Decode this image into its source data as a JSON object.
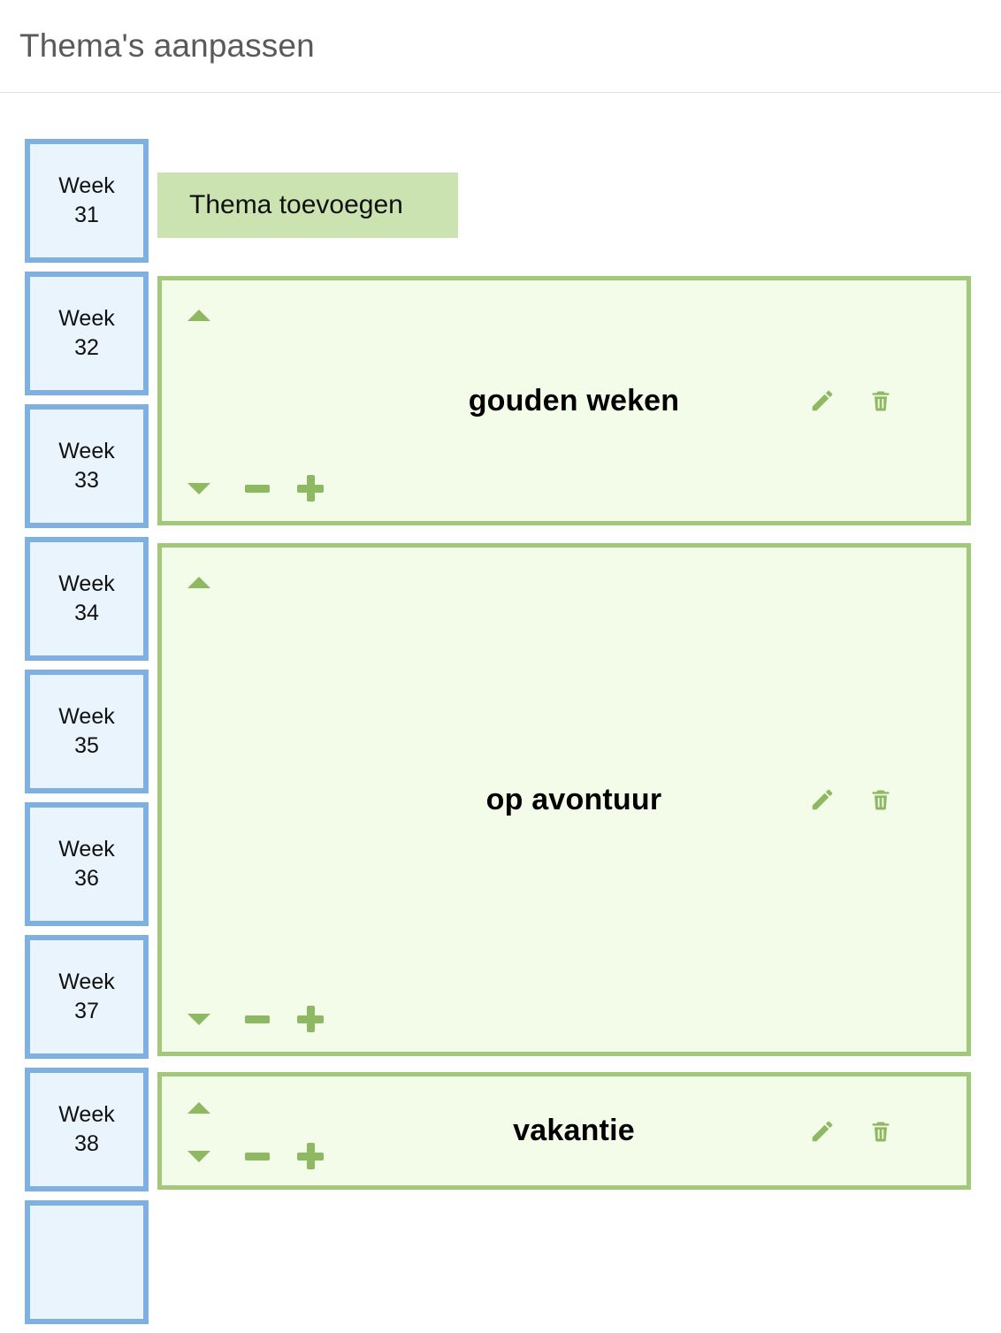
{
  "header": {
    "title": "Thema's aanpassen"
  },
  "weeks": {
    "label_prefix": "Week",
    "items": [
      {
        "label": "Week",
        "number": "31"
      },
      {
        "label": "Week",
        "number": "32"
      },
      {
        "label": "Week",
        "number": "33"
      },
      {
        "label": "Week",
        "number": "34"
      },
      {
        "label": "Week",
        "number": "35"
      },
      {
        "label": "Week",
        "number": "36"
      },
      {
        "label": "Week",
        "number": "37"
      },
      {
        "label": "Week",
        "number": "38"
      },
      {
        "label": "",
        "number": ""
      }
    ]
  },
  "add_theme": {
    "label": "Thema toevoegen"
  },
  "themes": [
    {
      "title": "gouden weken",
      "weeks_span": 2,
      "controls": {
        "move_up": "move-up",
        "move_down": "move-down",
        "shrink": "shrink",
        "grow": "grow"
      },
      "actions": {
        "edit": "edit-icon",
        "delete": "delete-icon"
      }
    },
    {
      "title": "op avontuur",
      "weeks_span": 4,
      "controls": {
        "move_up": "move-up",
        "move_down": "move-down",
        "shrink": "shrink",
        "grow": "grow"
      },
      "actions": {
        "edit": "edit-icon",
        "delete": "delete-icon"
      }
    },
    {
      "title": "vakantie",
      "weeks_span": 1,
      "controls": {
        "move_up": "move-up",
        "move_down": "move-down",
        "shrink": "shrink",
        "grow": "grow"
      },
      "actions": {
        "edit": "edit-icon",
        "delete": "delete-icon"
      }
    }
  ],
  "colors": {
    "title_text": "#5a5a5a",
    "week_border": "#7fb0e2",
    "week_fill": "#eaf4fd",
    "card_border": "#a2c87a",
    "card_fill": "#f3fbe9",
    "add_button_fill": "#cbe3b0",
    "control_green": "#8eb861",
    "divider": "#e3e3e3"
  }
}
